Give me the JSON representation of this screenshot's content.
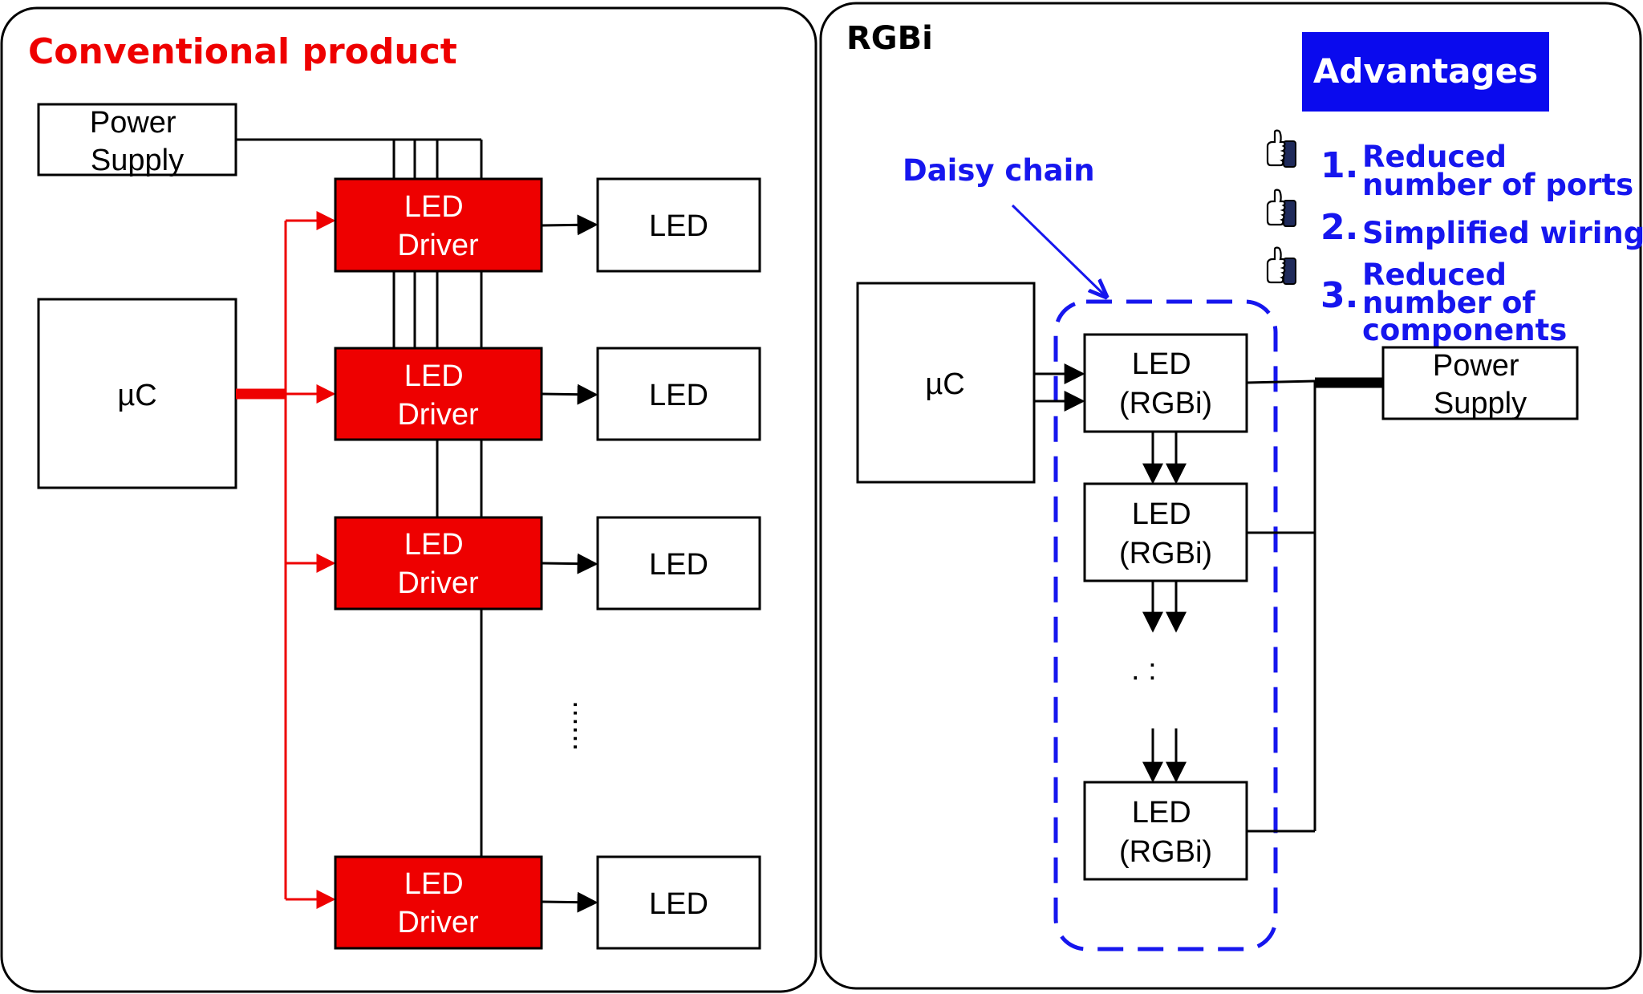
{
  "colors": {
    "accent_red": "#ee0000",
    "accent_blue": "#1616ee",
    "advantages_bg": "#0a0aee",
    "panel_border": "#000000"
  },
  "left_panel": {
    "title": "Conventional product",
    "power_supply": [
      "Power",
      "Supply"
    ],
    "uc": "µC",
    "driver": [
      "LED",
      "Driver"
    ],
    "led": "LED",
    "ellipsis": "......"
  },
  "right_panel": {
    "title": "RGBi",
    "uc": "µC",
    "daisy_chain_label": "Daisy chain",
    "rgbi_led": [
      "LED",
      "(RGBi)"
    ],
    "power_supply": [
      "Power",
      "Supply"
    ],
    "continuation_dots": ". :",
    "advantages": {
      "title": "Advantages",
      "icon": "thumbs-up-icon",
      "items": [
        {
          "number": "1.",
          "lines": [
            "Reduced",
            "number of ports"
          ]
        },
        {
          "number": "2.",
          "lines": [
            "Simplified wiring"
          ]
        },
        {
          "number": "3.",
          "lines": [
            "Reduced",
            "number of",
            "components"
          ]
        }
      ]
    }
  }
}
